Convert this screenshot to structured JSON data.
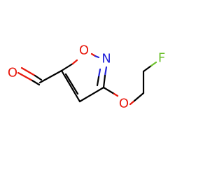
{
  "molecule": {
    "atoms": {
      "aldehyde_oxygen": {
        "symbol": "O",
        "color": "#e8180c"
      },
      "ring_oxygen": {
        "symbol": "O",
        "color": "#e8180c"
      },
      "ring_nitrogen": {
        "symbol": "N",
        "color": "#2525d9"
      },
      "ether_oxygen": {
        "symbol": "O",
        "color": "#e8180c"
      },
      "fluorine": {
        "symbol": "F",
        "color": "#6bbf2a"
      }
    },
    "bond_color": "#000000"
  }
}
